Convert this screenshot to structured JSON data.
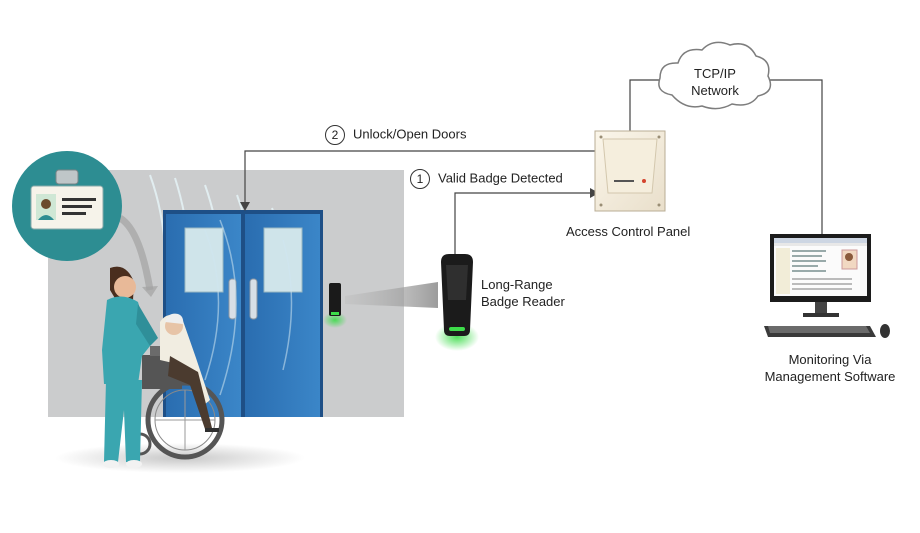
{
  "network": {
    "line1": "TCP/IP",
    "line2": "Network"
  },
  "steps": [
    {
      "number": "2",
      "label": "Unlock/Open Doors"
    },
    {
      "number": "1",
      "label": "Valid Badge Detected"
    }
  ],
  "panel": {
    "label": "Access Control Panel"
  },
  "reader": {
    "line1": "Long-Range",
    "line2": "Badge Reader"
  },
  "monitor": {
    "line1": "Monitoring Via",
    "line2": "Management Software"
  },
  "colors": {
    "wall": "#cbcccd",
    "door": "#2f74b6",
    "badge_bubble": "#2d8d92",
    "nurse": "#3aa6b0",
    "reader_led": "#3ddc4a",
    "lines": "#444444"
  }
}
